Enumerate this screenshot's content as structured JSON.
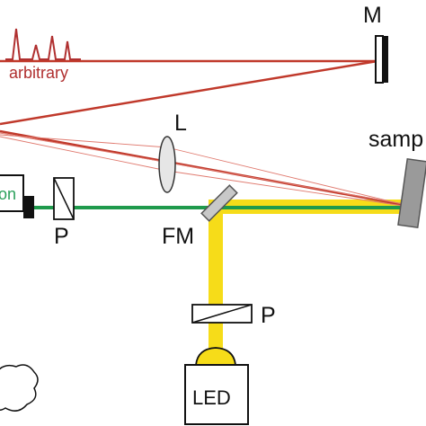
{
  "labels": {
    "mirror": "M",
    "lens": "L",
    "sample": "samp",
    "flip_mirror": "FM",
    "polarizer_green": "P",
    "polarizer_led": "P",
    "led": "LED",
    "arbitrary": "arbitrary",
    "camera": "on"
  },
  "colors": {
    "red_beam": "#c0392b",
    "red_pulse": "#b03030",
    "green_beam": "#1f9a4c",
    "yellow_beam": "#f6dc19",
    "sample_gray": "#9a9a9a",
    "mirror_gray": "#c8c8c8",
    "camera_green_text": "#2aa05a",
    "black": "#111111"
  }
}
